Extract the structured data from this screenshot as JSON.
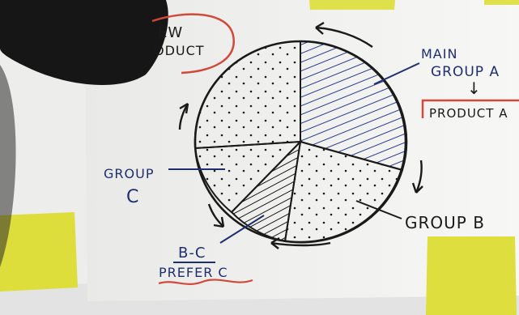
{
  "labels": {
    "new_product_line1": "EW",
    "new_product_line2": "ODUCT",
    "main_group_line1": "MAIN",
    "main_group_line2": "GROUP A",
    "arrow_down": "↓",
    "product_a": "PRODUCT A",
    "group_c_line1": "GROUP",
    "group_c_line2": "C",
    "group_b": "GROUP B",
    "bc_line1": "B-C",
    "bc_line2": "PREFER C"
  },
  "colors": {
    "ink_blue": "#1f2f6e",
    "ink_black": "#1a1a1a",
    "marker_red": "#d0493a",
    "sticky_yellow": "#e2e246",
    "paper": "#f4f4f2"
  }
}
